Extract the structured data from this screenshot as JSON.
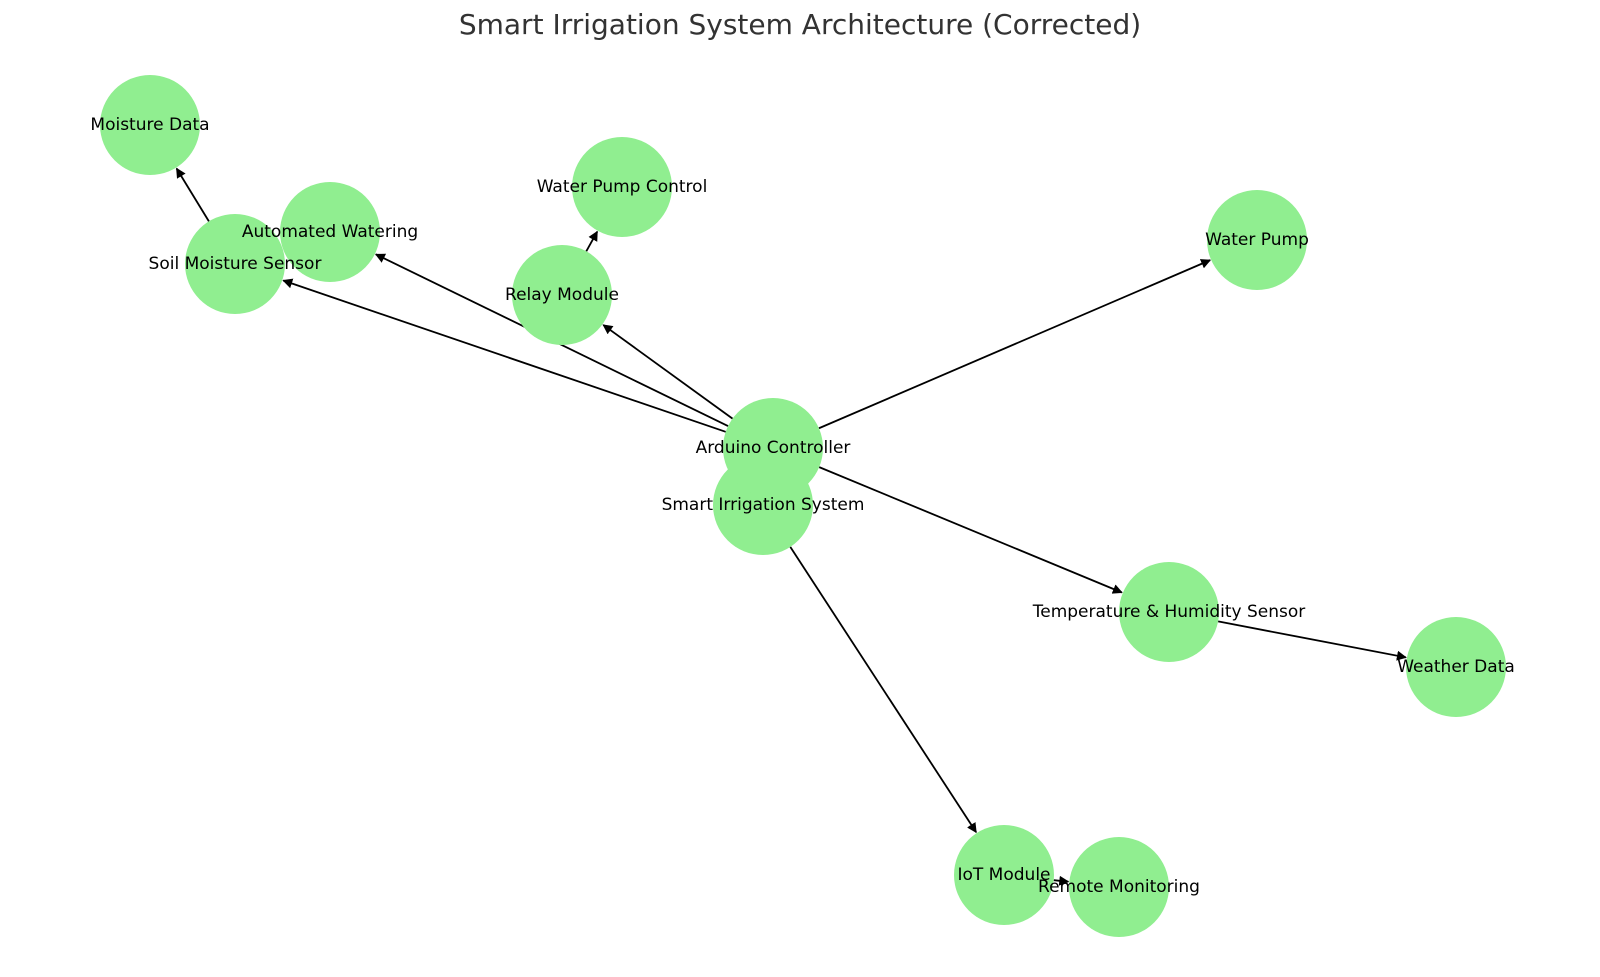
{
  "title": "Smart Irrigation System Architecture (Corrected)",
  "colors": {
    "node_fill": "#90ee90",
    "edge": "#000000",
    "label": "#000000",
    "title": "#333333"
  },
  "nodes": [
    {
      "id": "smart",
      "label": "Smart Irrigation System"
    },
    {
      "id": "arduino",
      "label": "Arduino Controller"
    },
    {
      "id": "soil",
      "label": "Soil Moisture Sensor"
    },
    {
      "id": "moisture",
      "label": "Moisture Data"
    },
    {
      "id": "automated",
      "label": "Automated Watering"
    },
    {
      "id": "relay",
      "label": "Relay Module"
    },
    {
      "id": "pumpctl",
      "label": "Water Pump Control"
    },
    {
      "id": "pump",
      "label": "Water Pump"
    },
    {
      "id": "temp",
      "label": "Temperature & Humidity Sensor"
    },
    {
      "id": "weather",
      "label": "Weather Data"
    },
    {
      "id": "iot",
      "label": "IoT Module"
    },
    {
      "id": "remote",
      "label": "Remote Monitoring"
    }
  ],
  "edges": [
    {
      "from": "arduino",
      "to": "soil"
    },
    {
      "from": "arduino",
      "to": "automated"
    },
    {
      "from": "arduino",
      "to": "relay"
    },
    {
      "from": "arduino",
      "to": "pump"
    },
    {
      "from": "arduino",
      "to": "temp"
    },
    {
      "from": "smart",
      "to": "iot"
    },
    {
      "from": "soil",
      "to": "moisture"
    },
    {
      "from": "relay",
      "to": "pumpctl"
    },
    {
      "from": "temp",
      "to": "weather"
    },
    {
      "from": "iot",
      "to": "remote"
    }
  ]
}
